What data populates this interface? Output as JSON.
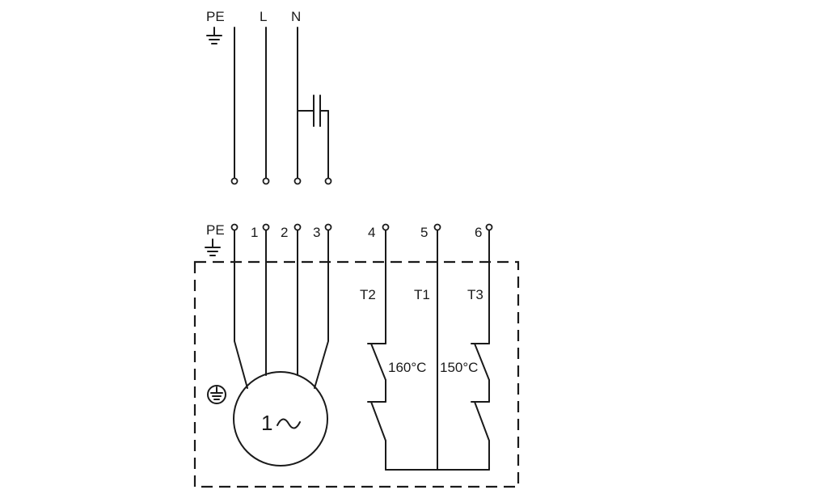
{
  "supply_labels": {
    "pe": "PE",
    "l": "L",
    "n": "N"
  },
  "terminal_labels": {
    "pe": "PE",
    "t1": "1",
    "t2": "2",
    "t3": "3",
    "t4": "4",
    "t5": "5",
    "t6": "6"
  },
  "thermal_labels": {
    "t2": "T2",
    "t1": "T1",
    "t3": "T3",
    "temp_left": "160°C",
    "temp_right": "150°C"
  },
  "motor_label": "1",
  "icons": [
    "earth-ground-icon",
    "protective-earth-circle-icon",
    "ac-sine-icon",
    "capacitor-icon",
    "thermal-switch-icon"
  ]
}
